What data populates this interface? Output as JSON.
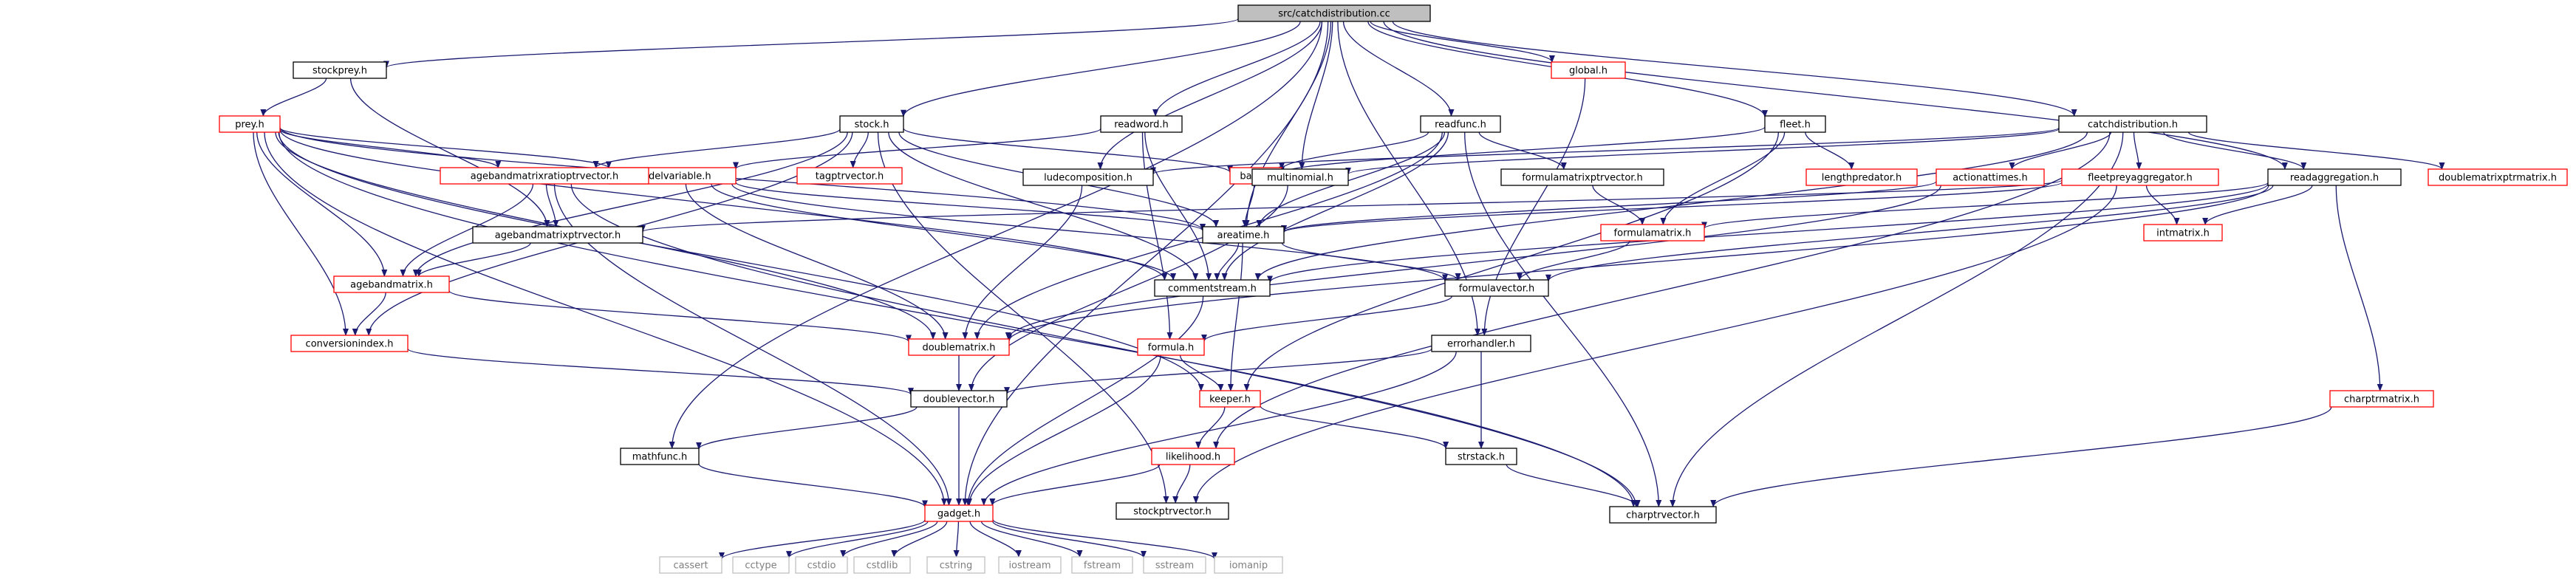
{
  "graph": {
    "root": "src/catchdistribution.cc",
    "colors": {
      "root_fill": "#bfbfbf",
      "root_border": "#000000",
      "documented_border": "#000000",
      "truncated_border": "#ff0000",
      "system_border": "#bfbfbf",
      "system_text": "#7f7f7f",
      "text": "#000000",
      "edge": "#191970"
    },
    "nodes": [
      {
        "id": "root",
        "label": "src/catchdistribution.cc",
        "kind": "root"
      },
      {
        "id": "stockprey",
        "label": "stockprey.h",
        "kind": "normal"
      },
      {
        "id": "prey",
        "label": "prey.h",
        "kind": "truncated"
      },
      {
        "id": "stock",
        "label": "stock.h",
        "kind": "normal"
      },
      {
        "id": "readword",
        "label": "readword.h",
        "kind": "normal"
      },
      {
        "id": "global",
        "label": "global.h",
        "kind": "truncated"
      },
      {
        "id": "readfunc",
        "label": "readfunc.h",
        "kind": "normal"
      },
      {
        "id": "fleet",
        "label": "fleet.h",
        "kind": "normal"
      },
      {
        "id": "catchdistribution",
        "label": "catchdistribution.h",
        "kind": "normal"
      },
      {
        "id": "modelvariable",
        "label": "modelvariable.h",
        "kind": "truncated"
      },
      {
        "id": "agebandratio",
        "label": "agebandmatrixratioptrvector.h",
        "kind": "truncated"
      },
      {
        "id": "tagptrvector",
        "label": "tagptrvector.h",
        "kind": "truncated"
      },
      {
        "id": "base",
        "label": "base.h",
        "kind": "truncated"
      },
      {
        "id": "ludecomposition",
        "label": "ludecomposition.h",
        "kind": "normal"
      },
      {
        "id": "multinomial",
        "label": "multinomial.h",
        "kind": "normal"
      },
      {
        "id": "formulamatrixptrvector",
        "label": "formulamatrixptrvector.h",
        "kind": "normal"
      },
      {
        "id": "lengthpredator",
        "label": "lengthpredator.h",
        "kind": "truncated"
      },
      {
        "id": "actionattimes",
        "label": "actionattimes.h",
        "kind": "truncated"
      },
      {
        "id": "fleetpreyaggregator",
        "label": "fleetpreyaggregator.h",
        "kind": "truncated"
      },
      {
        "id": "readaggregation",
        "label": "readaggregation.h",
        "kind": "normal"
      },
      {
        "id": "doublematrixptrmatrix",
        "label": "doublematrixptrmatrix.h",
        "kind": "truncated"
      },
      {
        "id": "agebandmatrixptrvector",
        "label": "agebandmatrixptrvector.h",
        "kind": "normal"
      },
      {
        "id": "areatime",
        "label": "areatime.h",
        "kind": "normal"
      },
      {
        "id": "formulamatrix",
        "label": "formulamatrix.h",
        "kind": "truncated"
      },
      {
        "id": "intmatrix",
        "label": "intmatrix.h",
        "kind": "truncated"
      },
      {
        "id": "agebandmatrix",
        "label": "agebandmatrix.h",
        "kind": "truncated"
      },
      {
        "id": "commentstream",
        "label": "commentstream.h",
        "kind": "normal"
      },
      {
        "id": "formulavector",
        "label": "formulavector.h",
        "kind": "normal"
      },
      {
        "id": "conversionindex",
        "label": "conversionindex.h",
        "kind": "truncated"
      },
      {
        "id": "doublematrix",
        "label": "doublematrix.h",
        "kind": "truncated"
      },
      {
        "id": "formula",
        "label": "formula.h",
        "kind": "truncated"
      },
      {
        "id": "errorhandler",
        "label": "errorhandler.h",
        "kind": "normal"
      },
      {
        "id": "doublevector",
        "label": "doublevector.h",
        "kind": "normal"
      },
      {
        "id": "keeper",
        "label": "keeper.h",
        "kind": "truncated"
      },
      {
        "id": "charptrmatrix",
        "label": "charptrmatrix.h",
        "kind": "truncated"
      },
      {
        "id": "mathfunc",
        "label": "mathfunc.h",
        "kind": "normal"
      },
      {
        "id": "likelihood",
        "label": "likelihood.h",
        "kind": "truncated"
      },
      {
        "id": "strstack",
        "label": "strstack.h",
        "kind": "normal"
      },
      {
        "id": "gadget",
        "label": "gadget.h",
        "kind": "truncated"
      },
      {
        "id": "stockptrvector",
        "label": "stockptrvector.h",
        "kind": "normal"
      },
      {
        "id": "charptrvector",
        "label": "charptrvector.h",
        "kind": "normal"
      },
      {
        "id": "cassert",
        "label": "cassert",
        "kind": "system"
      },
      {
        "id": "cctype",
        "label": "cctype",
        "kind": "system"
      },
      {
        "id": "cstdio",
        "label": "cstdio",
        "kind": "system"
      },
      {
        "id": "cstdlib",
        "label": "cstdlib",
        "kind": "system"
      },
      {
        "id": "cstring",
        "label": "cstring",
        "kind": "system"
      },
      {
        "id": "iostream",
        "label": "iostream",
        "kind": "system"
      },
      {
        "id": "fstream",
        "label": "fstream",
        "kind": "system"
      },
      {
        "id": "sstream",
        "label": "sstream",
        "kind": "system"
      },
      {
        "id": "iomanip",
        "label": "iomanip",
        "kind": "system"
      }
    ],
    "edges": [
      [
        "root",
        "stockprey"
      ],
      [
        "root",
        "stock"
      ],
      [
        "root",
        "readword"
      ],
      [
        "root",
        "global"
      ],
      [
        "root",
        "readfunc"
      ],
      [
        "root",
        "fleet"
      ],
      [
        "root",
        "catchdistribution"
      ],
      [
        "root",
        "readaggregation"
      ],
      [
        "root",
        "ludecomposition"
      ],
      [
        "root",
        "multinomial"
      ],
      [
        "root",
        "areatime"
      ],
      [
        "root",
        "errorhandler"
      ],
      [
        "root",
        "gadget"
      ],
      [
        "root",
        "mathfunc"
      ],
      [
        "stockprey",
        "prey"
      ],
      [
        "stockprey",
        "agebandmatrixptrvector"
      ],
      [
        "prey",
        "modelvariable"
      ],
      [
        "prey",
        "agebandratio"
      ],
      [
        "prey",
        "agebandmatrix"
      ],
      [
        "prey",
        "conversionindex"
      ],
      [
        "prey",
        "doublematrix"
      ],
      [
        "prey",
        "areatime"
      ],
      [
        "prey",
        "commentstream"
      ],
      [
        "prey",
        "keeper"
      ],
      [
        "prey",
        "charptrvector"
      ],
      [
        "prey",
        "gadget"
      ],
      [
        "stock",
        "agebandratio"
      ],
      [
        "stock",
        "tagptrvector"
      ],
      [
        "stock",
        "base"
      ],
      [
        "stock",
        "agebandmatrix"
      ],
      [
        "stock",
        "areatime"
      ],
      [
        "stock",
        "commentstream"
      ],
      [
        "stock",
        "conversionindex"
      ],
      [
        "stock",
        "stockptrvector"
      ],
      [
        "readword",
        "modelvariable"
      ],
      [
        "readword",
        "commentstream"
      ],
      [
        "readword",
        "formula"
      ],
      [
        "global",
        "errorhandler"
      ],
      [
        "readfunc",
        "base"
      ],
      [
        "readfunc",
        "formulamatrixptrvector"
      ],
      [
        "readfunc",
        "areatime"
      ],
      [
        "readfunc",
        "commentstream"
      ],
      [
        "readfunc",
        "doublematrix"
      ],
      [
        "readfunc",
        "charptrvector"
      ],
      [
        "fleet",
        "base"
      ],
      [
        "fleet",
        "lengthpredator"
      ],
      [
        "fleet",
        "formulamatrix"
      ],
      [
        "fleet",
        "keeper"
      ],
      [
        "catchdistribution",
        "multinomial"
      ],
      [
        "catchdistribution",
        "ludecomposition"
      ],
      [
        "catchdistribution",
        "actionattimes"
      ],
      [
        "catchdistribution",
        "fleetpreyaggregator"
      ],
      [
        "catchdistribution",
        "doublematrixptrmatrix"
      ],
      [
        "catchdistribution",
        "readaggregation"
      ],
      [
        "catchdistribution",
        "likelihood"
      ],
      [
        "catchdistribution",
        "charptrvector"
      ],
      [
        "catchdistribution",
        "commentstream"
      ],
      [
        "readaggregation",
        "intmatrix"
      ],
      [
        "readaggregation",
        "formulamatrix"
      ],
      [
        "readaggregation",
        "commentstream"
      ],
      [
        "readaggregation",
        "charptrmatrix"
      ],
      [
        "readaggregation",
        "doublematrix"
      ],
      [
        "readaggregation",
        "formulavector"
      ],
      [
        "modelvariable",
        "areatime"
      ],
      [
        "modelvariable",
        "commentstream"
      ],
      [
        "modelvariable",
        "doublematrix"
      ],
      [
        "modelvariable",
        "formulavector"
      ],
      [
        "agebandratio",
        "agebandmatrixptrvector"
      ],
      [
        "agebandratio",
        "agebandmatrix"
      ],
      [
        "agebandratio",
        "gadget"
      ],
      [
        "agebandratio",
        "charptrvector"
      ],
      [
        "base",
        "areatime"
      ],
      [
        "ludecomposition",
        "doublematrix"
      ],
      [
        "multinomial",
        "doublevector"
      ],
      [
        "formulamatrixptrvector",
        "formulamatrix"
      ],
      [
        "actionattimes",
        "areatime"
      ],
      [
        "actionattimes",
        "doublematrix"
      ],
      [
        "fleetpreyaggregator",
        "areatime"
      ],
      [
        "fleetpreyaggregator",
        "intmatrix"
      ],
      [
        "fleetpreyaggregator",
        "agebandmatrixptrvector"
      ],
      [
        "fleetpreyaggregator",
        "stockptrvector"
      ],
      [
        "agebandmatrixptrvector",
        "agebandmatrix"
      ],
      [
        "areatime",
        "commentstream"
      ],
      [
        "areatime",
        "formulavector"
      ],
      [
        "areatime",
        "keeper"
      ],
      [
        "formulamatrix",
        "formulavector"
      ],
      [
        "agebandmatrix",
        "conversionindex"
      ],
      [
        "agebandmatrix",
        "doublematrix"
      ],
      [
        "commentstream",
        "gadget"
      ],
      [
        "formulavector",
        "formula"
      ],
      [
        "conversionindex",
        "doublevector"
      ],
      [
        "doublematrix",
        "doublevector"
      ],
      [
        "formula",
        "keeper"
      ],
      [
        "formula",
        "gadget"
      ],
      [
        "errorhandler",
        "doublevector"
      ],
      [
        "errorhandler",
        "strstack"
      ],
      [
        "errorhandler",
        "gadget"
      ],
      [
        "doublevector",
        "mathfunc"
      ],
      [
        "doublevector",
        "gadget"
      ],
      [
        "keeper",
        "likelihood"
      ],
      [
        "keeper",
        "strstack"
      ],
      [
        "charptrmatrix",
        "charptrvector"
      ],
      [
        "mathfunc",
        "gadget"
      ],
      [
        "likelihood",
        "gadget"
      ],
      [
        "likelihood",
        "stockptrvector"
      ],
      [
        "strstack",
        "charptrvector"
      ],
      [
        "gadget",
        "cassert"
      ],
      [
        "gadget",
        "cctype"
      ],
      [
        "gadget",
        "cstdio"
      ],
      [
        "gadget",
        "cstdlib"
      ],
      [
        "gadget",
        "cstring"
      ],
      [
        "gadget",
        "iostream"
      ],
      [
        "gadget",
        "fstream"
      ],
      [
        "gadget",
        "sstream"
      ],
      [
        "gadget",
        "iomanip"
      ]
    ]
  }
}
